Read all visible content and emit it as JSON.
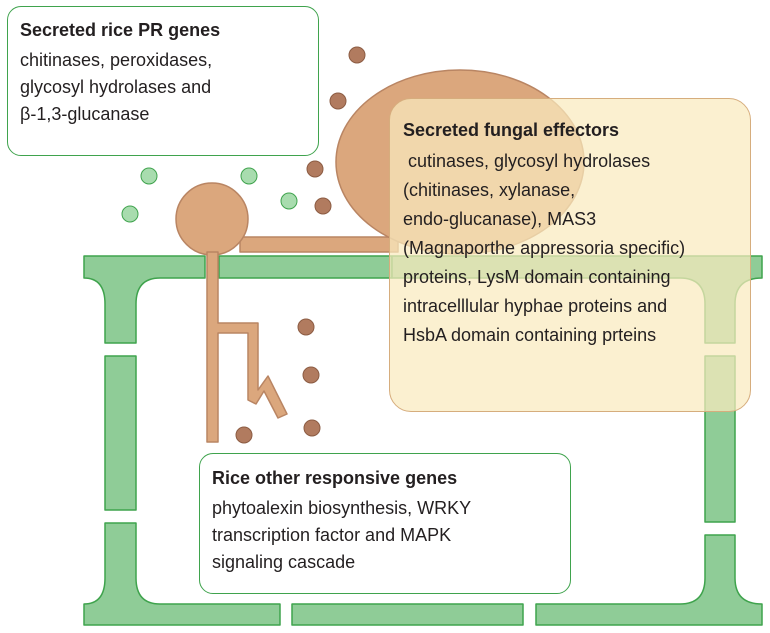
{
  "colors": {
    "cell_wall_fill": "#8fcc97",
    "cell_wall_stroke": "#3fa34d",
    "fungus_fill": "#dba77d",
    "fungus_stroke": "#b98563",
    "effector_dot": "#b17b5f",
    "pr_dot": "#a8dcae",
    "effector_box_fill": "#faeabe"
  },
  "boxes": {
    "pr_genes": {
      "title": "Secreted rice PR genes",
      "lines": [
        "chitinases, peroxidases,",
        "glycosyl hydrolases and",
        "β-1,3-glucanase"
      ]
    },
    "fungal_effectors": {
      "title": "Secreted fungal effectors",
      "lines": [
        " cutinases, glycosyl hydrolases",
        "(chitinases, xylanase,",
        "endo-glucanase), MAS3",
        "(Magnaporthe appressoria specific)",
        "proteins, LysM domain containing",
        "intracelllular hyphae proteins and",
        "HsbA domain containing prteins"
      ]
    },
    "other_genes": {
      "title": "Rice other responsive genes",
      "lines": [
        "phytoalexin biosynthesis, WRKY",
        "transcription factor and MAPK",
        "signaling cascade"
      ]
    }
  }
}
